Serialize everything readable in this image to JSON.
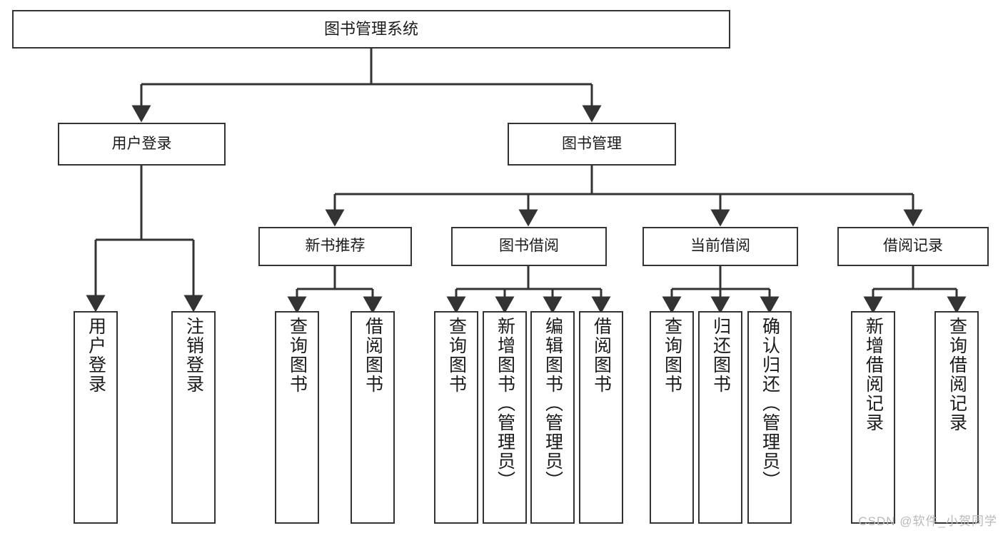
{
  "diagram": {
    "type": "tree",
    "title": "图书管理系统",
    "watermark": "CSDN @软件_小贺同学",
    "colors": {
      "box_border": "#333333",
      "box_fill": "#ffffff",
      "edge": "#333333",
      "text": "#1a1a1a",
      "watermark": "#b9b9b9",
      "background": "#ffffff"
    },
    "nodes": {
      "root": {
        "label": "图书管理系统"
      },
      "level2": [
        {
          "id": "user-login",
          "label": "用户登录"
        },
        {
          "id": "book-management",
          "label": "图书管理"
        }
      ],
      "level3": [
        {
          "id": "new-book-recommend",
          "label": "新书推荐"
        },
        {
          "id": "book-borrow",
          "label": "图书借阅"
        },
        {
          "id": "current-borrow",
          "label": "当前借阅"
        },
        {
          "id": "borrow-record",
          "label": "借阅记录"
        }
      ],
      "leaves": {
        "user-login": [
          {
            "id": "leaf-user-login",
            "label": "用户登录"
          },
          {
            "id": "leaf-user-logout",
            "label": "注销登录"
          }
        ],
        "new-book-recommend": [
          {
            "id": "leaf-query-book-1",
            "label": "查询图书"
          },
          {
            "id": "leaf-borrow-book-1",
            "label": "借阅图书"
          }
        ],
        "book-borrow": [
          {
            "id": "leaf-query-book-2",
            "label": "查询图书"
          },
          {
            "id": "leaf-add-book",
            "label": "新增图书（管理员）"
          },
          {
            "id": "leaf-edit-book",
            "label": "编辑图书（管理员）"
          },
          {
            "id": "leaf-borrow-book-2",
            "label": "借阅图书"
          }
        ],
        "current-borrow": [
          {
            "id": "leaf-query-book-3",
            "label": "查询图书"
          },
          {
            "id": "leaf-return-book",
            "label": "归还图书"
          },
          {
            "id": "leaf-confirm-return",
            "label": "确认归还（管理员）"
          }
        ],
        "borrow-record": [
          {
            "id": "leaf-add-record",
            "label": "新增借阅记录"
          },
          {
            "id": "leaf-query-record",
            "label": "查询借阅记录"
          }
        ]
      }
    }
  }
}
